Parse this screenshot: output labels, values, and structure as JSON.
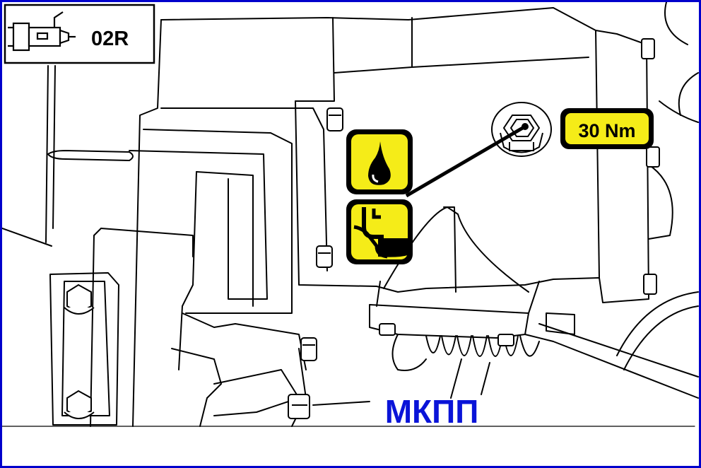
{
  "header": {
    "code": "02R",
    "icon": "gearbox-icon"
  },
  "torque": {
    "label": "30 Nm"
  },
  "legend": {
    "icons": [
      "oil-drop-icon",
      "oil-level-icon"
    ]
  },
  "caption": {
    "text": "МКПП"
  },
  "colors": {
    "frame": "#0000cc",
    "highlight": "#f5ec18",
    "caption": "#0a14d8",
    "ink": "#000000"
  }
}
